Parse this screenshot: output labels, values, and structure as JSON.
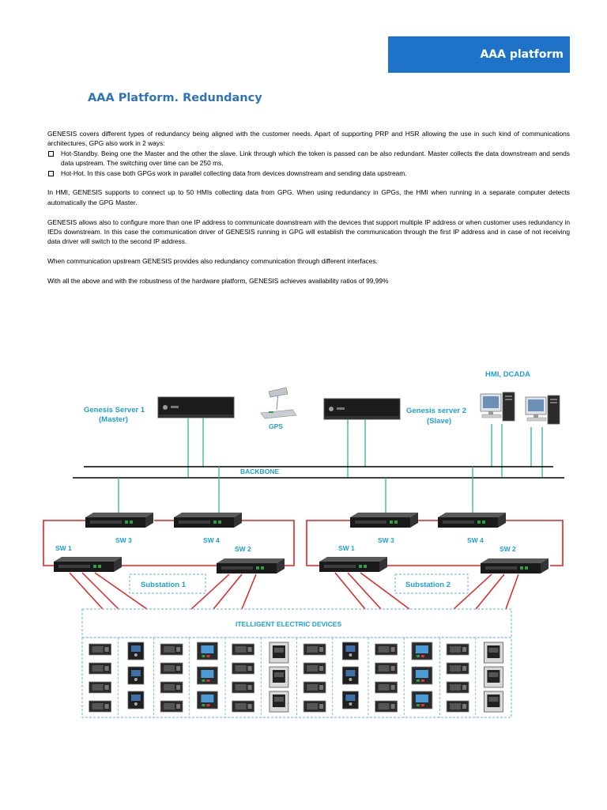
{
  "header": {
    "brand": "AAA platform"
  },
  "title": "AAA Platform. Redundancy",
  "paragraphs": {
    "p1": "GENESIS covers different types of redundancy being aligned with the customer needs. Apart of supporting PRP and HSR allowing the use in such kind of communications architectures, GPG also work in 2 ways:",
    "b1": "Hot-Standby. Being one the Master and the other the slave. Link through which the token is passed can be also redundant. Master collects the data downstream and sends data upstream. The switching over time can be 250 ms.",
    "b2": "Hot-Hot. In this case both GPGs work in parallel collecting data from devices downstream and sending data upstream.",
    "p2": "In HMI, GENESIS supports to connect up to 50 HMIs collecting data from GPG. When using redundancy in GPGs, the HMI when running in a separate computer detects automatically the GPG Master.",
    "p3": "GENESIS allows also to configure more than one IP address to communicate downstream with the devices that support multiple IP address or when customer uses redundancy in IEDs downstream. In this case the communication driver of GENESIS running in GPG will establish the communication through the first IP address and in case of not receiving data driver will switch to the second IP address.",
    "p4": "When communication upstream GENESIS provides also redundancy communication through different interfaces.",
    "p5": "With all the above and with the robustness of the hardware platform, GENESIS achieves availability ratios of 99,99%"
  },
  "diagram": {
    "hmi_label": "HMI, DCADA",
    "server1_line1": "Genesis Server 1",
    "server1_line2": "(Master)",
    "server2_line1": "Genesis server 2",
    "server2_line2": "(Slave)",
    "gps_label": "GPS",
    "backbone_label": "BACKBONE",
    "left": {
      "sw3": "SW 3",
      "sw4": "SW 4",
      "sw1": "SW 1",
      "sw2": "SW 2",
      "substation": "Substation 1"
    },
    "right": {
      "sw3": "SW 3",
      "sw4": "SW 4",
      "sw1": "SW 1",
      "sw2": "SW 2",
      "substation": "Substation 2"
    },
    "ied_label": "ITELLIGENT ELECTRIC DEVICES",
    "colors": {
      "label": "#1e9fd6",
      "ring": "#e02424",
      "link": "#2bb39a",
      "dash": "#5bb4e5"
    }
  }
}
